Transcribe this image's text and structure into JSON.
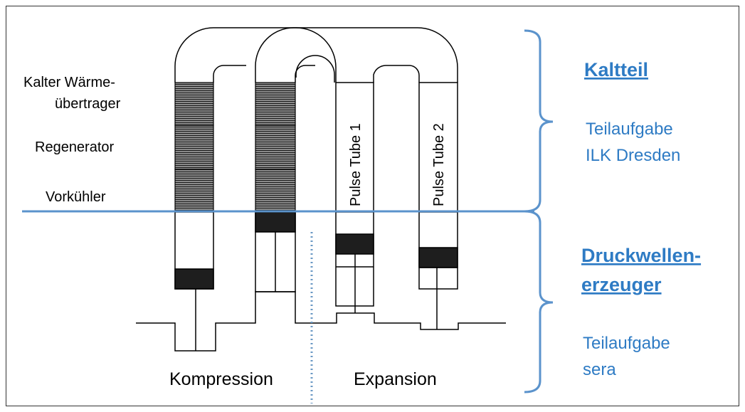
{
  "labels": {
    "kalter_waerme_line1": "Kalter Wärme-",
    "kalter_waerme_line2": "übertrager",
    "regenerator": "Regenerator",
    "vorkuehler": "Vorkühler",
    "pulse_tube_1": "Pulse Tube 1",
    "pulse_tube_2": "Pulse Tube 2",
    "kompression": "Kompression",
    "expansion": "Expansion"
  },
  "sections": {
    "kaltteil": {
      "heading": "Kaltteil",
      "sub_line1": "Teilaufgabe",
      "sub_line2": "ILK Dresden"
    },
    "druckwellen": {
      "heading_line1": "Druckwellen-",
      "heading_line2": "erzeuger",
      "sub_line1": "Teilaufgabe",
      "sub_line2": "sera"
    }
  },
  "colors": {
    "accent_blue": "#2e7bc4",
    "bracket_blue": "#5b93cc",
    "ink": "#000000"
  }
}
